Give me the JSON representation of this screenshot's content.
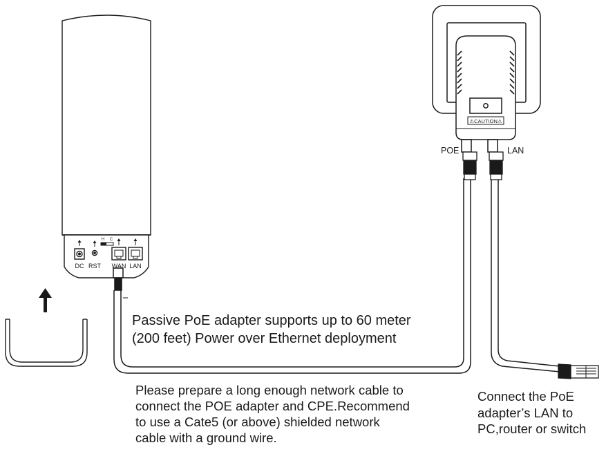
{
  "captions": {
    "poe_support": "Passive PoE adapter supports up to 60 meter\n(200 feet) Power over Ethernet deployment",
    "cable_advice": "Please prepare a long enough network cable to\nconnect the POE adapter and CPE.Recommend\nto use a Cate5 (or above) shielded network\ncable with a ground wire.",
    "lan_connect": "Connect the PoE\nadapter’s LAN to\nPC,router or switch"
  },
  "cpe": {
    "port_labels": {
      "dc": "DC",
      "rst": "RST",
      "wan": "WAN",
      "lan": "LAN"
    },
    "switch_labels": {
      "h": "H",
      "c": "C"
    }
  },
  "adapter": {
    "caution_label": "⚠CAUTION⚠",
    "poe_label": "POE",
    "lan_label": "LAN"
  },
  "colors": {
    "line": "#1a1a1a",
    "background": "#ffffff"
  }
}
